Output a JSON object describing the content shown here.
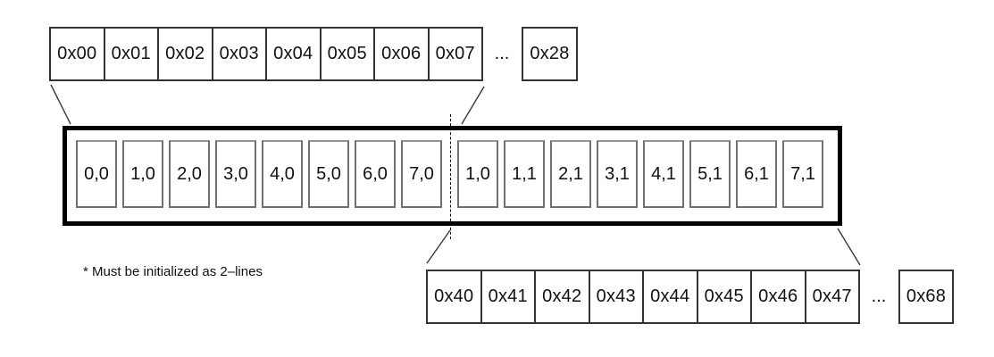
{
  "top_address_row": {
    "cells": [
      "0x00",
      "0x01",
      "0x02",
      "0x03",
      "0x04",
      "0x05",
      "0x06",
      "0x07"
    ],
    "ellipsis": "...",
    "last_cell": "0x28"
  },
  "ddram_buffer": {
    "line1_cells": [
      "0,0",
      "1,0",
      "2,0",
      "3,0",
      "4,0",
      "5,0",
      "6,0",
      "7,0"
    ],
    "line2_cells": [
      "1,0",
      "1,1",
      "2,1",
      "3,1",
      "4,1",
      "5,1",
      "6,1",
      "7,1"
    ]
  },
  "bottom_address_row": {
    "cells": [
      "0x40",
      "0x41",
      "0x42",
      "0x43",
      "0x44",
      "0x45",
      "0x46",
      "0x47"
    ],
    "ellipsis": "...",
    "last_cell": "0x68"
  },
  "note": "* Must be initialized as 2–lines",
  "colors": {
    "background": "#ffffff",
    "text": "#111111",
    "addr_border": "#333333",
    "buf_border": "#6f6f6f",
    "buf_border_top": "#949494",
    "outline": "#000000",
    "connector": "#383838"
  }
}
